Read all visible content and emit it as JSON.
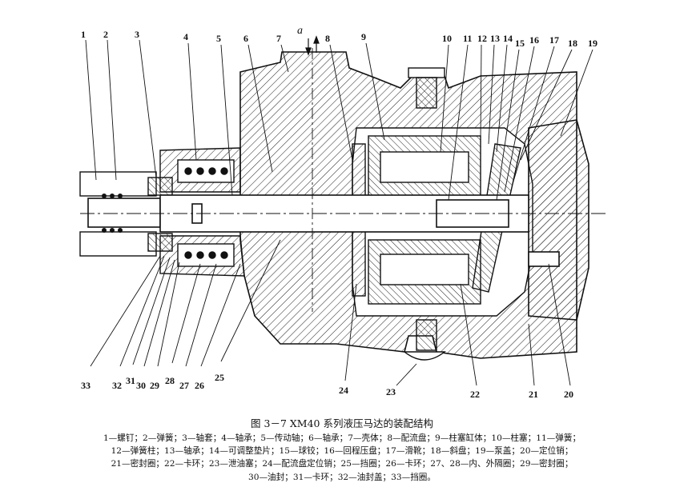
{
  "figure": {
    "caption": "图 3－7   XM40 系列液压马达的装配结构",
    "flow_marker": "a",
    "top_labels": [
      "1",
      "2",
      "3",
      "4",
      "5",
      "6",
      "7",
      "8",
      "9",
      "10",
      "11",
      "12",
      "13",
      "14",
      "15",
      "16",
      "17",
      "18",
      "19"
    ],
    "bottom_labels": [
      "33",
      "32",
      "31",
      "30",
      "29",
      "28",
      "27",
      "26",
      "25",
      "24",
      "23",
      "22",
      "21",
      "20"
    ]
  },
  "legend": {
    "lines": [
      "1—螺钉；2—弹簧；3—轴套；4—轴承；5—传动轴；6—轴承；7—壳体；8—配流盘；9—柱塞缸体；10—柱塞；11—弹簧；",
      "12—弹簧柱；13—轴承；14—可调整垫片；15—球铰；16—回程压盘；17—滑靴；18—斜盘；19—泵盖；20—定位销；",
      "21—密封圈；22—卡环；23—泄油塞；24—配流盘定位销；25—挡圈；26—卡环；27、28—内、外隔圈；29—密封圈；",
      "30—油封；31—卡环；32—油封盖；33—挡圈。"
    ]
  }
}
